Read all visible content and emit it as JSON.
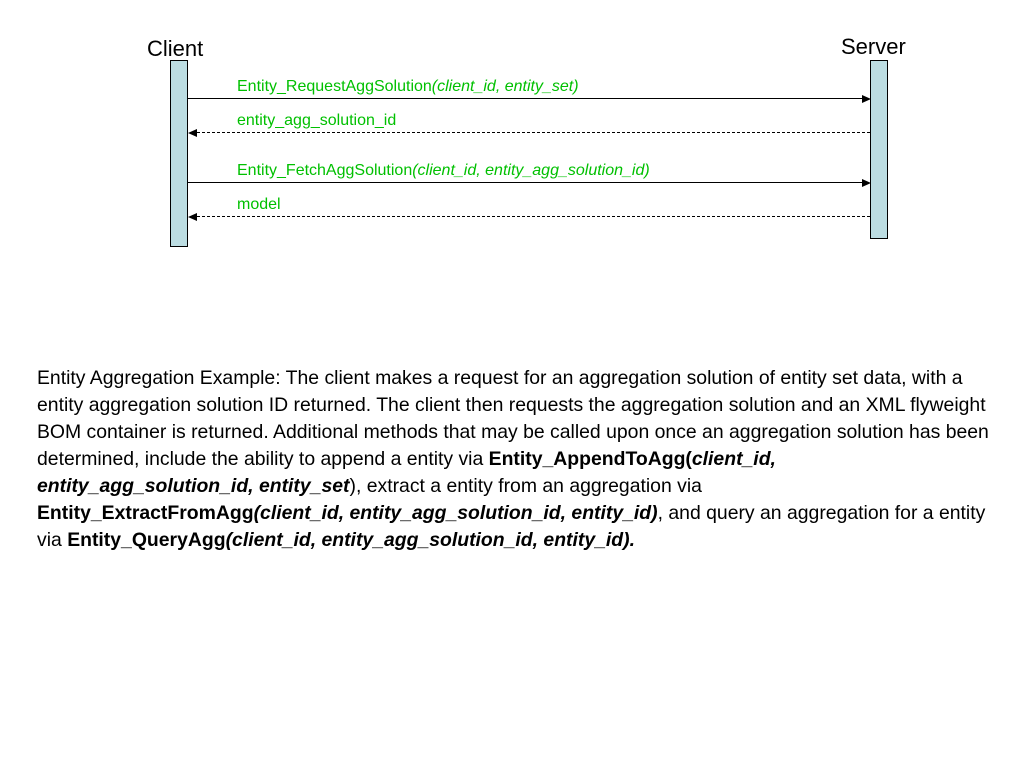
{
  "actors": {
    "client": "Client",
    "server": "Server"
  },
  "messages": [
    {
      "name": "Entity_RequestAggSolution",
      "params": "(client_id, entity_set)",
      "direction": "to-server",
      "style": "solid"
    },
    {
      "name": "entity_agg_solution_id",
      "params": "",
      "direction": "to-client",
      "style": "dashed"
    },
    {
      "name": "Entity_FetchAggSolution",
      "params": "(client_id, entity_agg_solution_id)",
      "direction": "to-server",
      "style": "solid"
    },
    {
      "name": "model",
      "params": "",
      "direction": "to-client",
      "style": "dashed"
    }
  ],
  "colors": {
    "message_label": "#00c000",
    "lifeline_fill": "#bcdde2"
  },
  "description": {
    "intro": "Entity Aggregation Example:  The client makes a request for an aggregation solution of entity set data, with a entity aggregation solution ID returned. The client then requests the aggregation solution and an XML flyweight BOM container is returned.   Additional methods that may be called upon once an aggregation solution has been determined, include the ability to append a entity via ",
    "method1_name": "Entity_AppendToAgg(",
    "method1_params": "client_id, entity_agg_solution_id, entity_set",
    "method1_close": ")",
    "text2": ", extract a entity from an aggregation via ",
    "method2_name": "Entity_ExtractFromAgg",
    "method2_params": "(client_id, entity_agg_solution_id, entity_id)",
    "text3": ", and query an aggregation for a entity via ",
    "method3_name": "Entity_QueryAgg",
    "method3_params": "(client_id, entity_agg_solution_id, entity_id)."
  }
}
